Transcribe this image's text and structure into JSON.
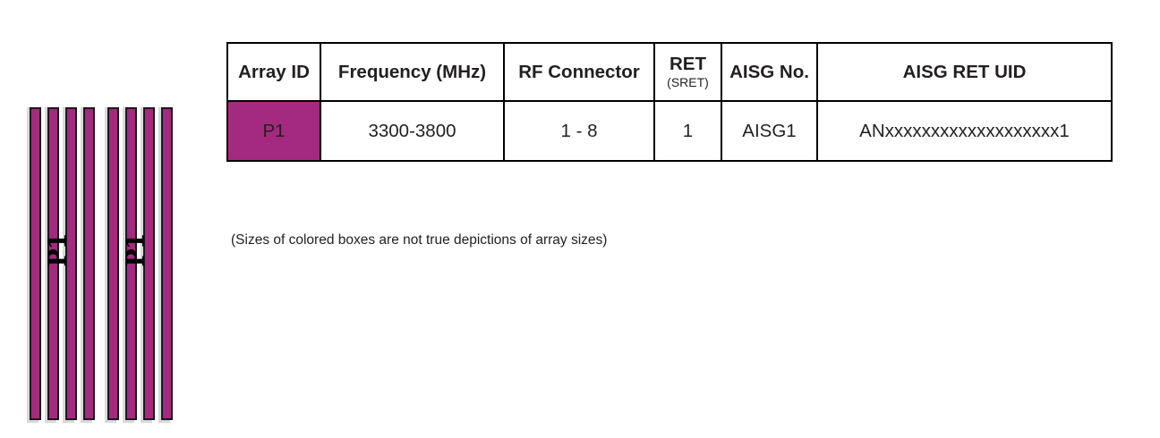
{
  "diagram": {
    "groups": [
      {
        "label": "P1",
        "bar_count": 4
      },
      {
        "label": "P1",
        "bar_count": 4
      }
    ],
    "bar_color": "#A32A7E",
    "bar_border_color": "#1a1a1a",
    "shadow_color": "#d9d9d9"
  },
  "table": {
    "headers": {
      "array_id": "Array ID",
      "frequency": "Frequency (MHz)",
      "rf_connector": "RF Connector",
      "ret_main": "RET",
      "ret_sub": "(SRET)",
      "aisg_no": "AISG No.",
      "aisg_ret_uid": "AISG RET UID"
    },
    "rows": [
      {
        "array_id": "P1",
        "array_id_color": "#A32A7E",
        "frequency": "3300-3800",
        "rf_connector": "1 - 8",
        "ret": "1",
        "aisg_no": "AISG1",
        "aisg_ret_uid": "ANxxxxxxxxxxxxxxxxxxx1"
      }
    ]
  },
  "footnote": "(Sizes of colored boxes are not true depictions of array sizes)"
}
